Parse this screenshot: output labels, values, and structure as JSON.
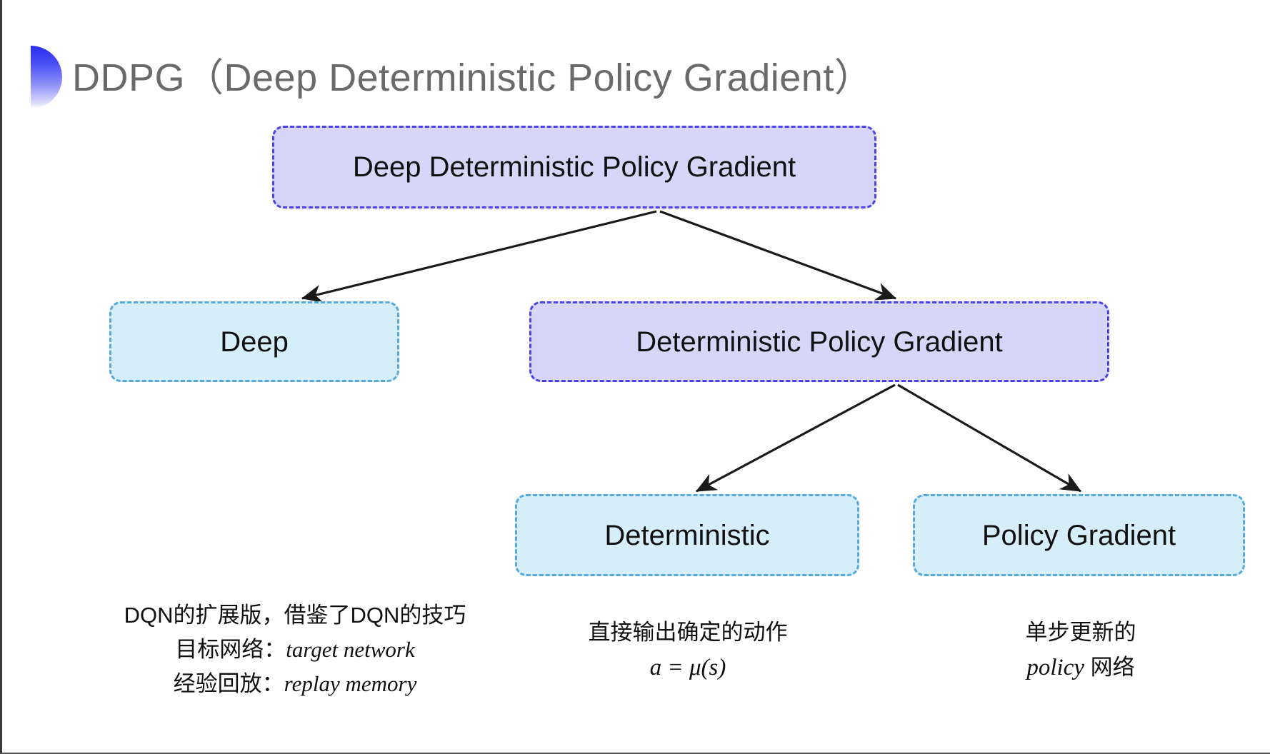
{
  "slide": {
    "title": "DDPG（Deep Deterministic Policy Gradient）",
    "background_color": "#ffffff",
    "title_color": "#6a6a6a",
    "accent_color": "#2a2ef0"
  },
  "palette": {
    "purple_fill": "#d7d5f8",
    "purple_border": "#4a43e8",
    "blue_fill": "#d5eef9",
    "blue_border": "#56a9dd",
    "arrow_color": "#1a1a1a"
  },
  "diagram": {
    "type": "tree",
    "nodes": [
      {
        "id": "root",
        "label": "Deep Deterministic Policy Gradient",
        "style": "purple"
      },
      {
        "id": "deep",
        "label": "Deep",
        "style": "blue"
      },
      {
        "id": "dpg",
        "label": "Deterministic Policy Gradient",
        "style": "purple"
      },
      {
        "id": "det",
        "label": "Deterministic",
        "style": "blue"
      },
      {
        "id": "pg",
        "label": "Policy Gradient",
        "style": "blue"
      }
    ],
    "edges": [
      {
        "from": "root",
        "to": "deep"
      },
      {
        "from": "root",
        "to": "dpg"
      },
      {
        "from": "dpg",
        "to": "det"
      },
      {
        "from": "dpg",
        "to": "pg"
      }
    ]
  },
  "captions": {
    "deep": {
      "line1": "DQN的扩展版，借鉴了DQN的技巧",
      "line2_cjk": "目标网络：",
      "line2_en": "target network",
      "line3_cjk": "经验回放：",
      "line3_en": "replay memory"
    },
    "deterministic": {
      "line1": "直接输出确定的动作",
      "formula": "a = μ(s)"
    },
    "policy_gradient": {
      "line1": "单步更新的",
      "line2_en": "policy",
      "line2_cjk": " 网络"
    }
  }
}
